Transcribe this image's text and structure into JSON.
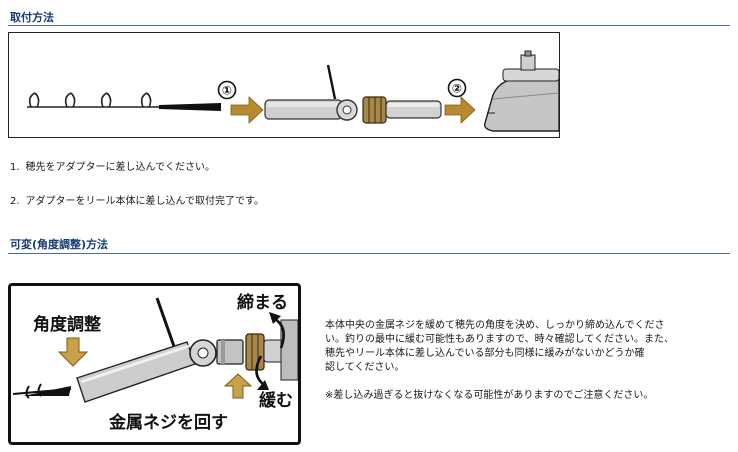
{
  "section1": {
    "title": "取付方法",
    "figure": {
      "step1_badge": "①",
      "step2_badge": "②"
    },
    "steps": [
      {
        "num": "1.",
        "text": "穂先をアダプターに差し込んでください。"
      },
      {
        "num": "2.",
        "text": "アダプターをリール本体に差し込んで取付完了です。"
      }
    ]
  },
  "section2": {
    "title": "可変(角度調整)方法",
    "figure": {
      "angle_label": "角度調整",
      "tighten_label": "締まる",
      "loosen_label": "緩む",
      "screw_label": "金属ネジを回す"
    },
    "description_lines": [
      "本体中央の金属ネジを緩めて穂先の角度を決め、しっかり締め込んでくださ",
      "い。釣りの最中に緩む可能性もありますので、時々確認してください。また、",
      "穂先やリール本体に差し込んでいる部分も同様に緩みがないかどうか確",
      "認してください。"
    ],
    "note": "※差し込み過ぎると抜けなくなる可能性がありますのでご注意ください。"
  },
  "colors": {
    "heading": "#163a73",
    "rule": "#4a6aa0",
    "arrow_gold": "#b8892e",
    "metal_gray": "#c9c9c9",
    "brass": "#a8884a"
  }
}
